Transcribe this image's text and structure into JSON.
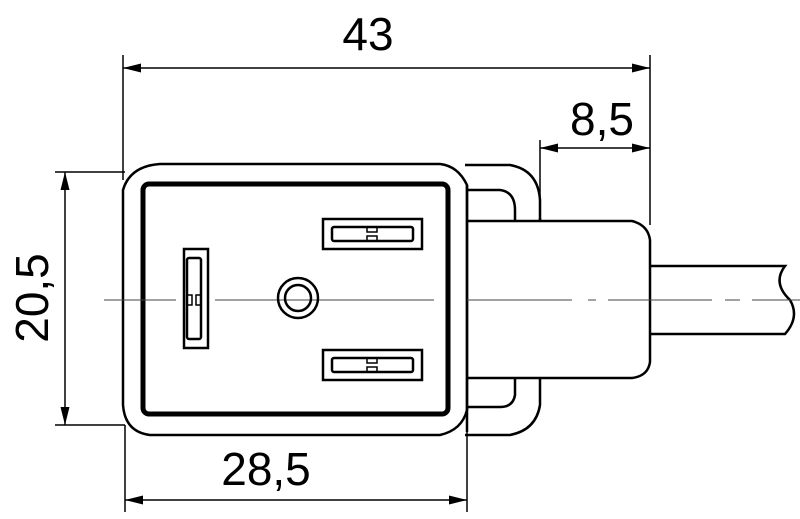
{
  "drawing": {
    "dimensions": {
      "overall_length": "43",
      "cable_offset": "8,5",
      "height": "20,5",
      "face_width": "28,5"
    },
    "line_color": "#000000",
    "background": "#ffffff"
  }
}
